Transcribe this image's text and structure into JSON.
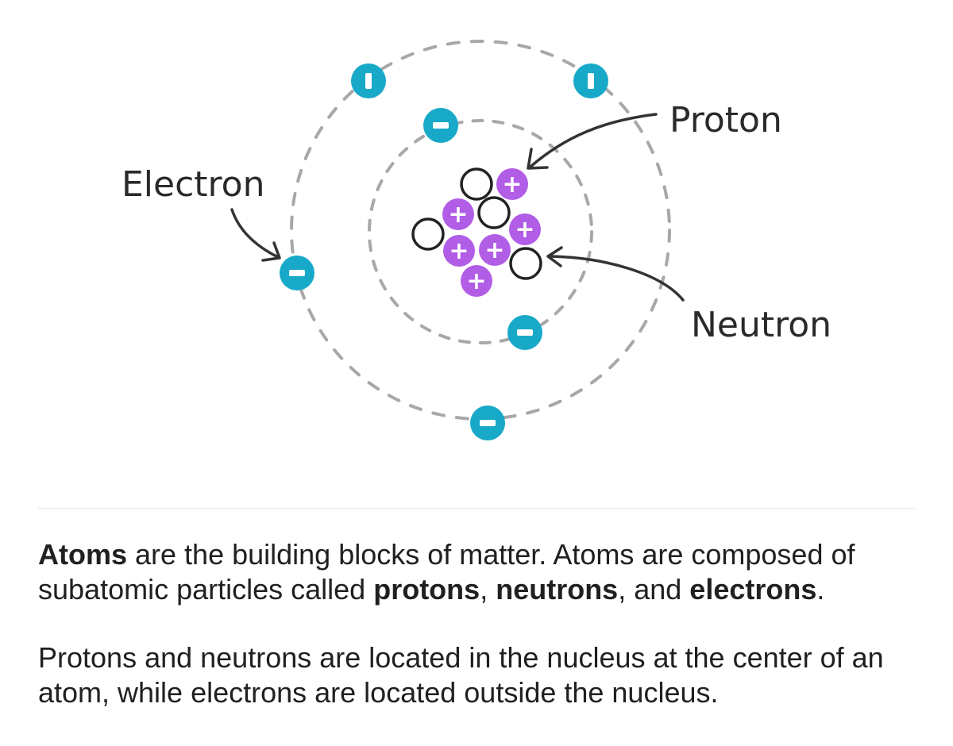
{
  "diagram": {
    "labels": {
      "electron": "Electron",
      "proton": "Proton",
      "neutron": "Neutron"
    },
    "symbols": {
      "electron": "−",
      "proton": "+"
    },
    "colors": {
      "electron": "#18a9c9",
      "proton": "#b15de6",
      "neutron_outline": "#222222",
      "orbit": "#a8a8a8",
      "arrow": "#333333"
    }
  },
  "text": {
    "p1": {
      "w1": "Atoms",
      "t1": " are the building blocks of matter. Atoms are composed of subatomic particles called ",
      "w2": "protons",
      "t2": ", ",
      "w3": "neutrons",
      "t3": ", and ",
      "w4": "electrons",
      "t4": "."
    },
    "p2": "Protons and neutrons are located in the nucleus at the center of an atom, while electrons are located outside the nucleus."
  }
}
